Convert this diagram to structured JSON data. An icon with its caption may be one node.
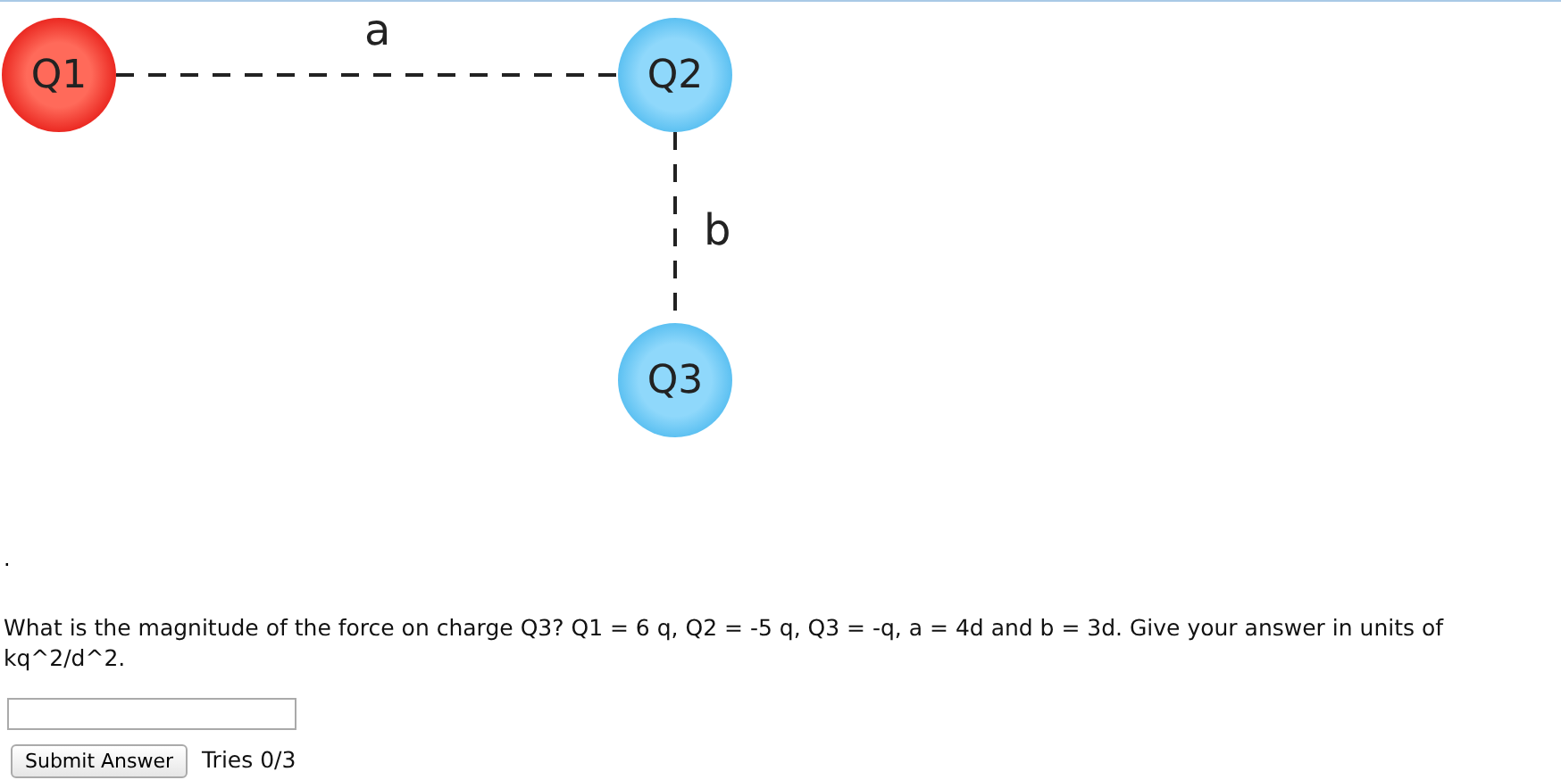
{
  "diagram": {
    "nodes": [
      {
        "text": [
          "Q1"
        ]
      },
      {
        "text": [
          "Q2"
        ]
      },
      {
        "text": [
          "Q3"
        ]
      }
    ],
    "edges": [
      {
        "from": 0,
        "to": 1,
        "arrow": "none",
        "label": "a",
        "style": "dashed"
      },
      {
        "from": 1,
        "to": 2,
        "arrow": "none",
        "label": "b",
        "style": "dashed"
      }
    ],
    "labels": [
      ".",
      "What is the magnitude of the force on charge Q3? Q1 = 6 q, Q2 = -5 q, Q3 = -q, a = 4d and b = 3d. Give your answer in units of kq^2/d^2.",
      "Submit Answer",
      "Tries 0/3"
    ]
  }
}
